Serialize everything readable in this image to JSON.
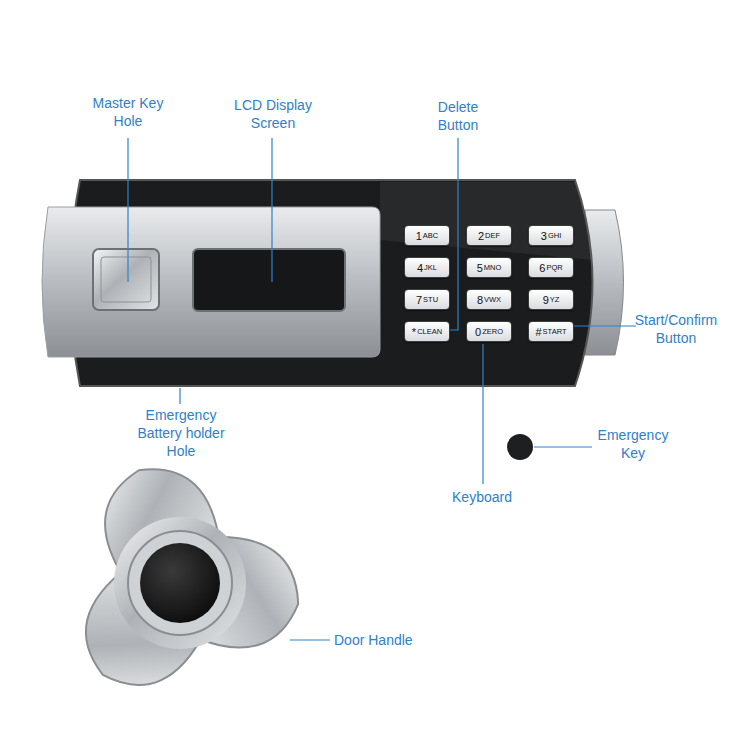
{
  "diagram": {
    "nodes": [
      {
        "text": [
          "1",
          "ABC"
        ]
      },
      {
        "text": [
          "2",
          "DEF"
        ]
      },
      {
        "text": [
          "3",
          "GHI"
        ]
      },
      {
        "text": [
          "4",
          "JKL"
        ]
      },
      {
        "text": [
          "5",
          "MNO"
        ]
      },
      {
        "text": [
          "6",
          "PQR"
        ]
      },
      {
        "text": [
          "7",
          "STU"
        ]
      },
      {
        "text": [
          "8",
          "VWX"
        ]
      },
      {
        "text": [
          "9",
          "YZ"
        ]
      },
      {
        "text": [
          "*",
          "CLEAN"
        ]
      },
      {
        "text": [
          "0",
          "ZERO"
        ]
      },
      {
        "text": [
          "#",
          "START"
        ]
      }
    ],
    "labels": [
      "Master Key Hole",
      "LCD Display Screen",
      "Delete Button",
      "Start/Confirm Button",
      "Emergency Battery holder Hole",
      "Keyboard",
      "Emergency Key",
      "Door Handle"
    ]
  }
}
